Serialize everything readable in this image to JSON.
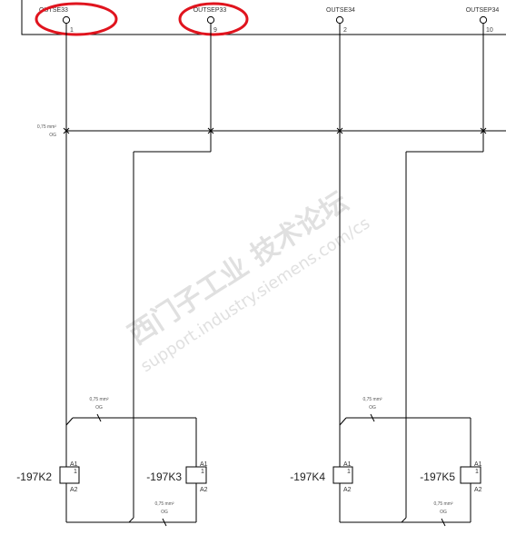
{
  "terminals": [
    {
      "label": "OUTSE33",
      "number": "1",
      "circled": true
    },
    {
      "label": "OUTSEP33",
      "number": "9",
      "circled": true
    },
    {
      "label": "OUTSE34",
      "number": "2",
      "circled": false
    },
    {
      "label": "OUTSEP34",
      "number": "10",
      "circled": false
    }
  ],
  "bus_wire": {
    "cross_section": "0,75 mm²",
    "color_code": "OG"
  },
  "coil_groups": [
    {
      "upper_wire": {
        "cross_section": "0,75 mm²",
        "color_code": "OG"
      },
      "lower_wire": {
        "cross_section": "0,75 mm²",
        "color_code": "OG"
      },
      "relays": [
        {
          "tag": "-197K2",
          "a1": "A1",
          "a2": "A2",
          "coil_number": "1"
        },
        {
          "tag": "-197K3",
          "a1": "A1",
          "a2": "A2",
          "coil_number": "1"
        }
      ]
    },
    {
      "upper_wire": {
        "cross_section": "0,75 mm²",
        "color_code": "OG"
      },
      "lower_wire": {
        "cross_section": "0,75 mm²",
        "color_code": "OG"
      },
      "relays": [
        {
          "tag": "-197K4",
          "a1": "A1",
          "a2": "A2",
          "coil_number": "1"
        },
        {
          "tag": "-197K5",
          "a1": "A1",
          "a2": "A2",
          "coil_number": "1"
        }
      ]
    }
  ],
  "watermark": {
    "line1": "西门子工业 技术论坛",
    "line2": "support.industry.siemens.com/cs"
  },
  "colors": {
    "line": "#000000",
    "highlight": "#e0141e",
    "watermark": "#c8c8c8"
  }
}
